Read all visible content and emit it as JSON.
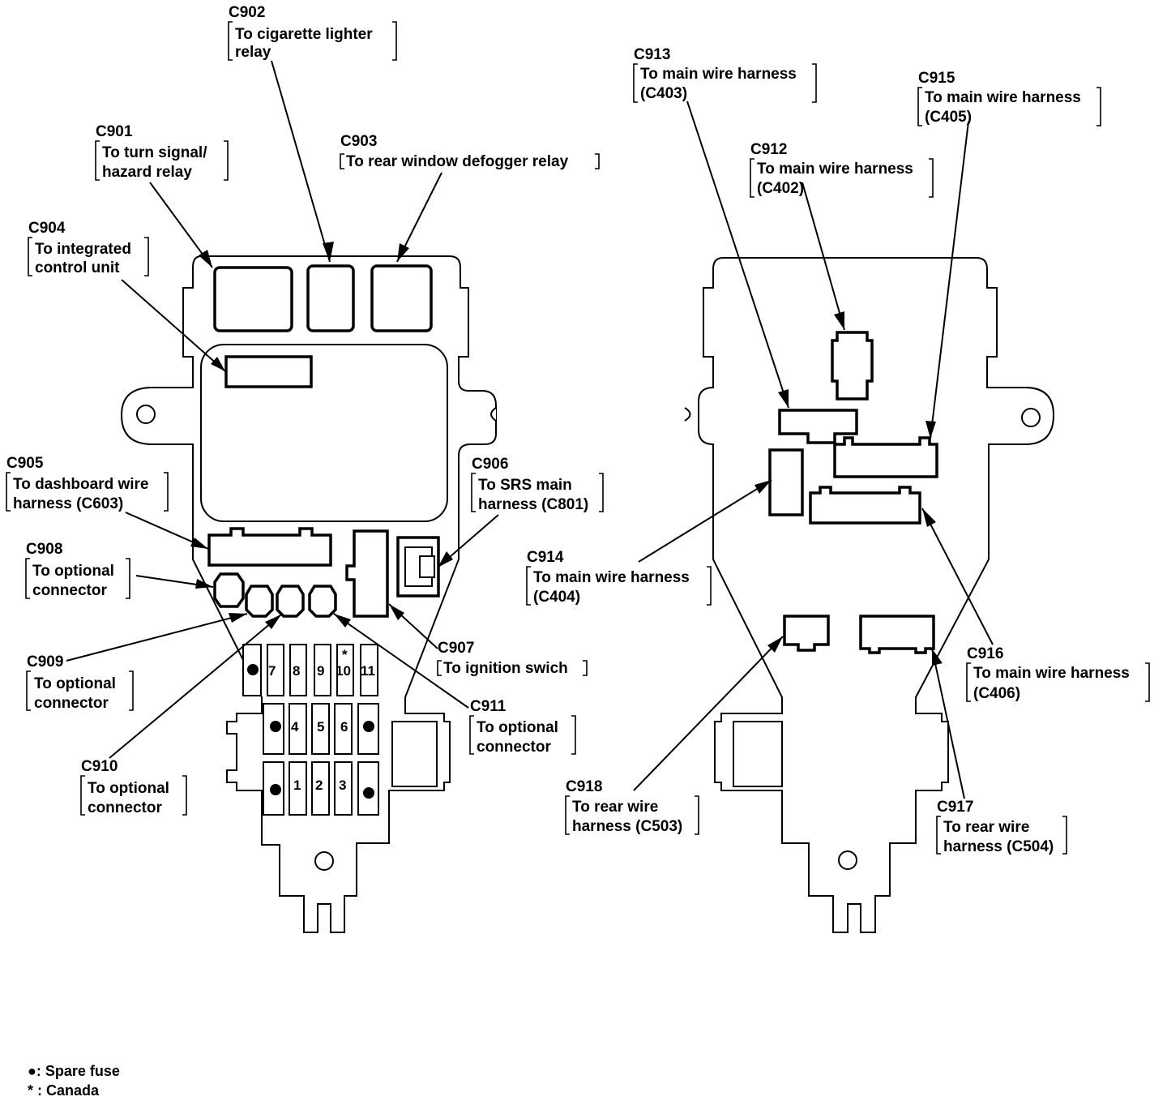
{
  "labels": {
    "c902": {
      "code": "C902",
      "desc": [
        "To cigarette lighter",
        "relay"
      ]
    },
    "c901": {
      "code": "C901",
      "desc": [
        "To turn signal/",
        "hazard relay"
      ]
    },
    "c903": {
      "code": "C903",
      "desc": [
        "To rear window defogger relay"
      ]
    },
    "c904": {
      "code": "C904",
      "desc": [
        "To integrated",
        "control unit"
      ]
    },
    "c905": {
      "code": "C905",
      "desc": [
        "To dashboard wire",
        "harness (C603)"
      ]
    },
    "c906": {
      "code": "C906",
      "desc": [
        "To SRS main",
        "harness (C801)"
      ]
    },
    "c908": {
      "code": "C908",
      "desc": [
        "To optional",
        "connector"
      ]
    },
    "c909": {
      "code": "C909",
      "desc": [
        "To optional",
        "connector"
      ]
    },
    "c910": {
      "code": "C910",
      "desc": [
        "To optional",
        "connector"
      ]
    },
    "c907": {
      "code": "C907",
      "desc": [
        "To ignition swich"
      ]
    },
    "c911": {
      "code": "C911",
      "desc": [
        "To optional",
        "connector"
      ]
    },
    "c913": {
      "code": "C913",
      "desc": [
        "To main wire harness",
        "(C403)"
      ]
    },
    "c915": {
      "code": "C915",
      "desc": [
        "To main wire harness",
        "(C405)"
      ]
    },
    "c912": {
      "code": "C912",
      "desc": [
        "To main wire harness",
        "(C402)"
      ]
    },
    "c914": {
      "code": "C914",
      "desc": [
        "To main wire harness",
        "(C404)"
      ]
    },
    "c916": {
      "code": "C916",
      "desc": [
        "To main wire harness",
        "(C406)"
      ]
    },
    "c918": {
      "code": "C918",
      "desc": [
        "To rear wire",
        "harness (C503)"
      ]
    },
    "c917": {
      "code": "C917",
      "desc": [
        "To rear wire",
        "harness (C504)"
      ]
    }
  },
  "fuses": {
    "top_row": [
      "7",
      "8",
      "9",
      "10",
      "11"
    ],
    "middle_row": [
      "4",
      "5",
      "6"
    ],
    "bottom_row": [
      "1",
      "2",
      "3"
    ],
    "canada_mark": "*"
  },
  "legend": {
    "spare_fuse": "●: Spare fuse",
    "canada": "* : Canada"
  }
}
